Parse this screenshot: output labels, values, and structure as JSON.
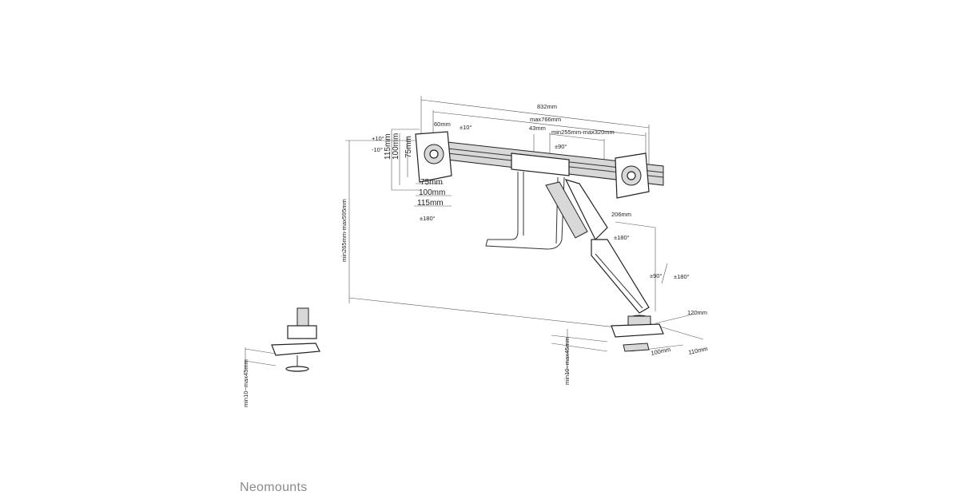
{
  "diagram": {
    "dims": {
      "total_width": "832mm",
      "max_width": "max766mm",
      "arm_offset": "60mm",
      "center_offset": "43mm",
      "range": "min255mm-max320mm",
      "vesa_v_115": "115mm",
      "vesa_v_100": "100mm",
      "vesa_v_75": "75mm",
      "vesa_h_75": "75mm",
      "vesa_h_100": "100mm",
      "vesa_h_115": "115mm",
      "arm_reach": "206mm",
      "height_range": "min265mm-max595mm",
      "desk_thickness_main": "min10~max45mm",
      "desk_thickness_detail": "min10~max45mm",
      "base_depth": "120mm",
      "clamp_width": "100mm",
      "clamp_depth": "110mm"
    },
    "rotations": {
      "tilt_up": "+10°",
      "tilt_down": "-10°",
      "tilt_bar": "±10°",
      "swivel_center": "±90°",
      "rotate_left": "±180°",
      "rotate_arm": "±180°",
      "swivel_base": "±90°",
      "rotate_base": "±180°"
    }
  },
  "brand": "Neomounts"
}
